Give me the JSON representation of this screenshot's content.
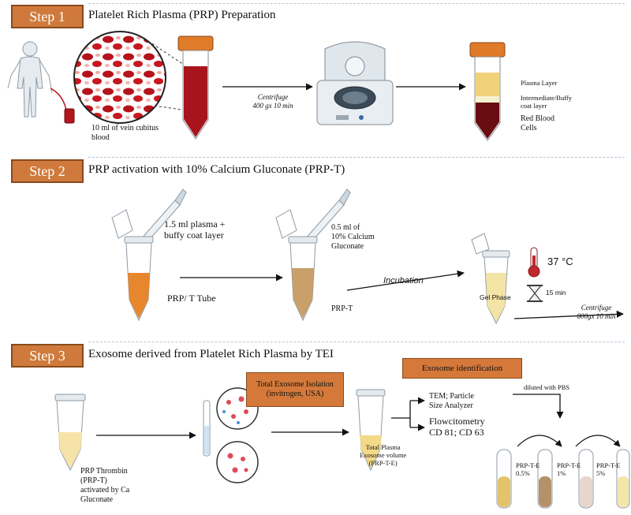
{
  "steps": [
    {
      "badge": "Step 1",
      "title": "Platelet Rich Plasma (PRP) Preparation"
    },
    {
      "badge": "Step 2",
      "title": "PRP activation  with 10% Calcium Gluconate (PRP-T)"
    },
    {
      "badge": "Step 3",
      "title": "Exosome derived from Platelet Rich Plasma by TEI"
    }
  ],
  "step1": {
    "blood_label": "10 ml of vein cubitus\nblood",
    "centrifuge_label": "Centrifuge\n400 gx 10 min",
    "layers": [
      "Plasma Layer",
      "Intermediate/Buffy\ncoat layer",
      "Red Blood\nCells"
    ]
  },
  "step2": {
    "tube1_label": "1.5 ml plasma +\nbuffy coat layer",
    "tube1_caption": "PRP/ T Tube",
    "tube2_label": "0.5 ml of\n10% Calcium\nGluconate",
    "tube2_caption": "PRP-T",
    "incubation": "Incubation",
    "gel_phase": "Gel Phase",
    "temperature": "37 °C",
    "time": "15 min",
    "centrifuge_label": "Centrifuge\n800gx 10 min"
  },
  "step3": {
    "source_label": "PRP Thrombin\n(PRP-T)\nactivated by Ca\nGluconate",
    "tei_box": "Total Exosome Isolation\n(invitrogen, USA)",
    "exosome_label": "Total Plasma\nExosome volume\n(PRP-T-E)",
    "identification_box": "Exosome identification",
    "tem_label": "TEM; Particle\nSize Analyzer",
    "flow_label": "Flowcitometry\nCD 81; CD 63",
    "dilution_label": "diluted with PBS",
    "dilutions": [
      "PRP-T-E\n0.5%",
      "PRP-T-E\n1%",
      "PRP-T-E\n5%"
    ]
  },
  "colors": {
    "badge": "#cf7a3c",
    "box": "#d4793a",
    "prp": "#e8862e",
    "prpt": "#c9a06a",
    "plasma": "#f3d98a",
    "rbc": "#7a1414",
    "tube_cap": "#e07b2a"
  }
}
